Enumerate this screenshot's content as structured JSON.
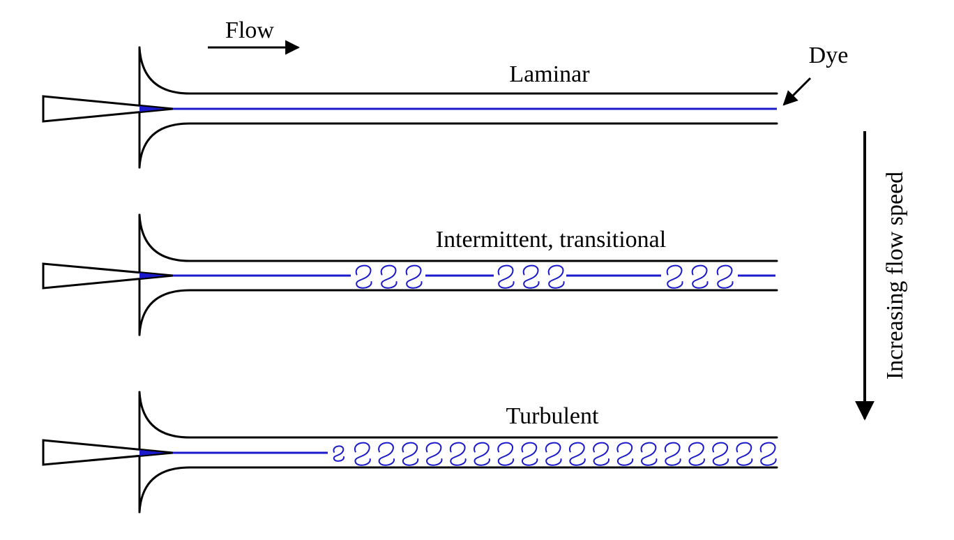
{
  "colors": {
    "ink": "#000000",
    "dye": "#1a1acc"
  },
  "labels": {
    "flow": "Flow",
    "dye": "Dye",
    "speed": "Increasing flow speed"
  },
  "regimes": [
    {
      "name": "Laminar",
      "eddy_groups": []
    },
    {
      "name": "Intermittent, transitional",
      "eddy_groups": [
        3,
        3,
        3
      ]
    },
    {
      "name": "Turbulent",
      "eddy_count": 19
    }
  ]
}
